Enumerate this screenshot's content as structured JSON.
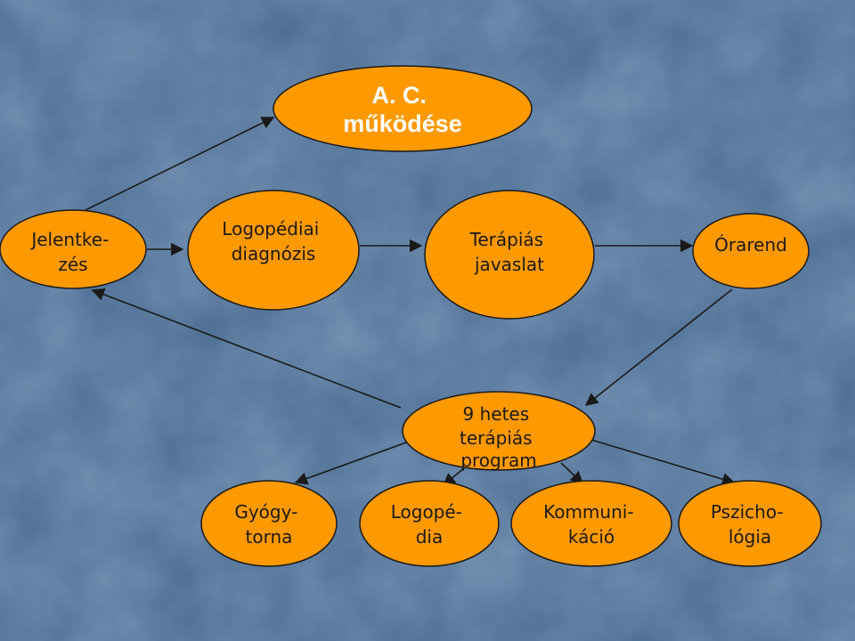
{
  "diagram": {
    "background_color": "#4a6b91",
    "node_color": "#ff9900",
    "nodes": {
      "ac": {
        "lines": [
          "A. C.",
          "működése"
        ]
      },
      "jelentkezes": {
        "lines": [
          "Jelentke-",
          "zés"
        ]
      },
      "diagnozis": {
        "lines": [
          "Logopédiai",
          "diagnózis"
        ]
      },
      "javaslat": {
        "lines": [
          "Terápiás",
          "javaslat"
        ]
      },
      "orarend": {
        "lines": [
          "Órarend"
        ]
      },
      "program": {
        "lines": [
          "9 hetes",
          "terápiás",
          "program"
        ]
      },
      "gyogytorna": {
        "lines": [
          "Gyógy-",
          "torna"
        ]
      },
      "logopedia": {
        "lines": [
          "Logopé-",
          "dia"
        ]
      },
      "kommunikacio": {
        "lines": [
          "Kommuni-",
          "káció"
        ]
      },
      "pszichologia": {
        "lines": [
          "Pszicho-",
          "lógia"
        ]
      }
    }
  }
}
